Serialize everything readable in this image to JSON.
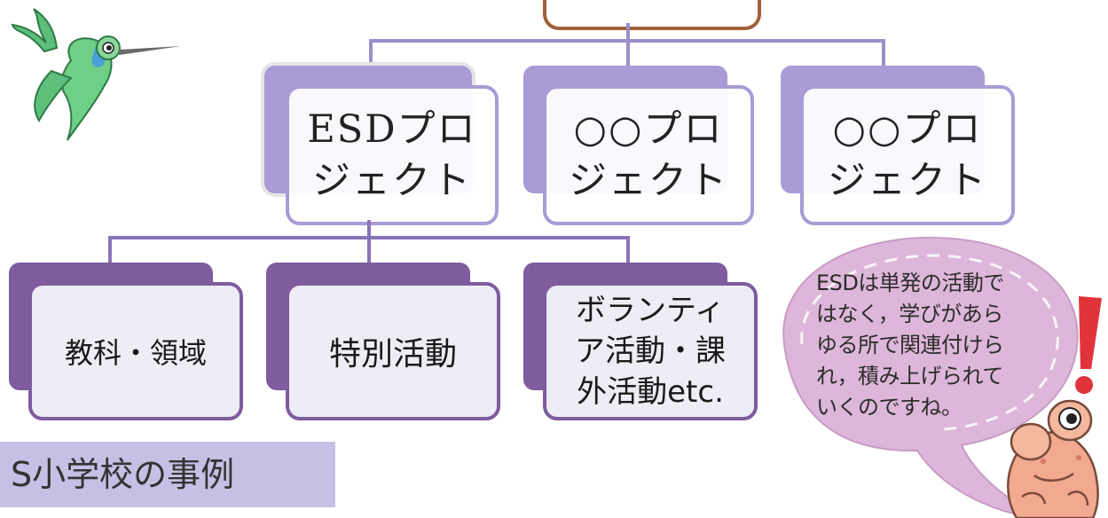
{
  "projects": [
    {
      "label": "ESDプロ\nジェクト",
      "selected": true
    },
    {
      "label": "○○プロ\nジェクト",
      "selected": false
    },
    {
      "label": "○○プロ\nジェクト",
      "selected": false
    }
  ],
  "activities": [
    {
      "label": "教科・領域"
    },
    {
      "label": "特別活動"
    },
    {
      "label": "ボランティ\nア活動・課\n外活動etc."
    }
  ],
  "caption": "S小学校の事例",
  "speech_bubble": "ESDは単発の活動で\nはなく，学びがあら\nゆる所で関連付けら\nれ，積み上げられて\nいくのですね。",
  "colors": {
    "project_accent": "#a99bd6",
    "activity_accent": "#7e5c9e",
    "root_border": "#a0603a",
    "caption_bg": "#c8c0e4",
    "bubble_fill": "#ddb7d9"
  }
}
